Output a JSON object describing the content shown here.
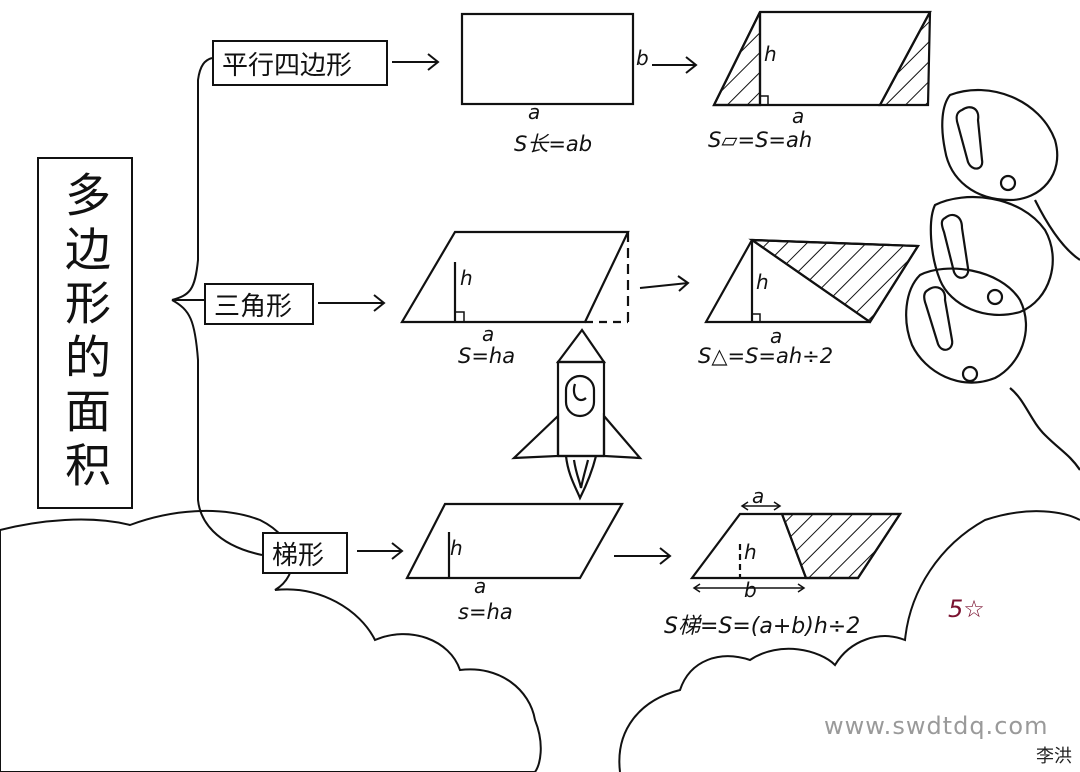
{
  "main_title": "多边形的面积",
  "branches": [
    {
      "name": "平行四边形",
      "step1": {
        "width_label": "a",
        "height_label": "b",
        "formula": "S长=ab"
      },
      "step2": {
        "base_label": "a",
        "height_label": "h",
        "formula": "S▱=S=ah"
      }
    },
    {
      "name": "三角形",
      "step1": {
        "base_label": "a",
        "height_label": "h",
        "formula": "S=ha"
      },
      "step2": {
        "base_label": "a",
        "height_label": "h",
        "formula": "S△=S=ah÷2"
      }
    },
    {
      "name": "梯形",
      "step1": {
        "base_label": "a",
        "height_label": "h",
        "formula": "s=ha"
      },
      "step2": {
        "top_label": "a",
        "bottom_label": "b",
        "height_label": "h",
        "formula": "S梯=S=(a+b)h÷2"
      }
    }
  ],
  "grade": "5☆",
  "watermark": "www.swdtdq.com",
  "signature": "李洪"
}
